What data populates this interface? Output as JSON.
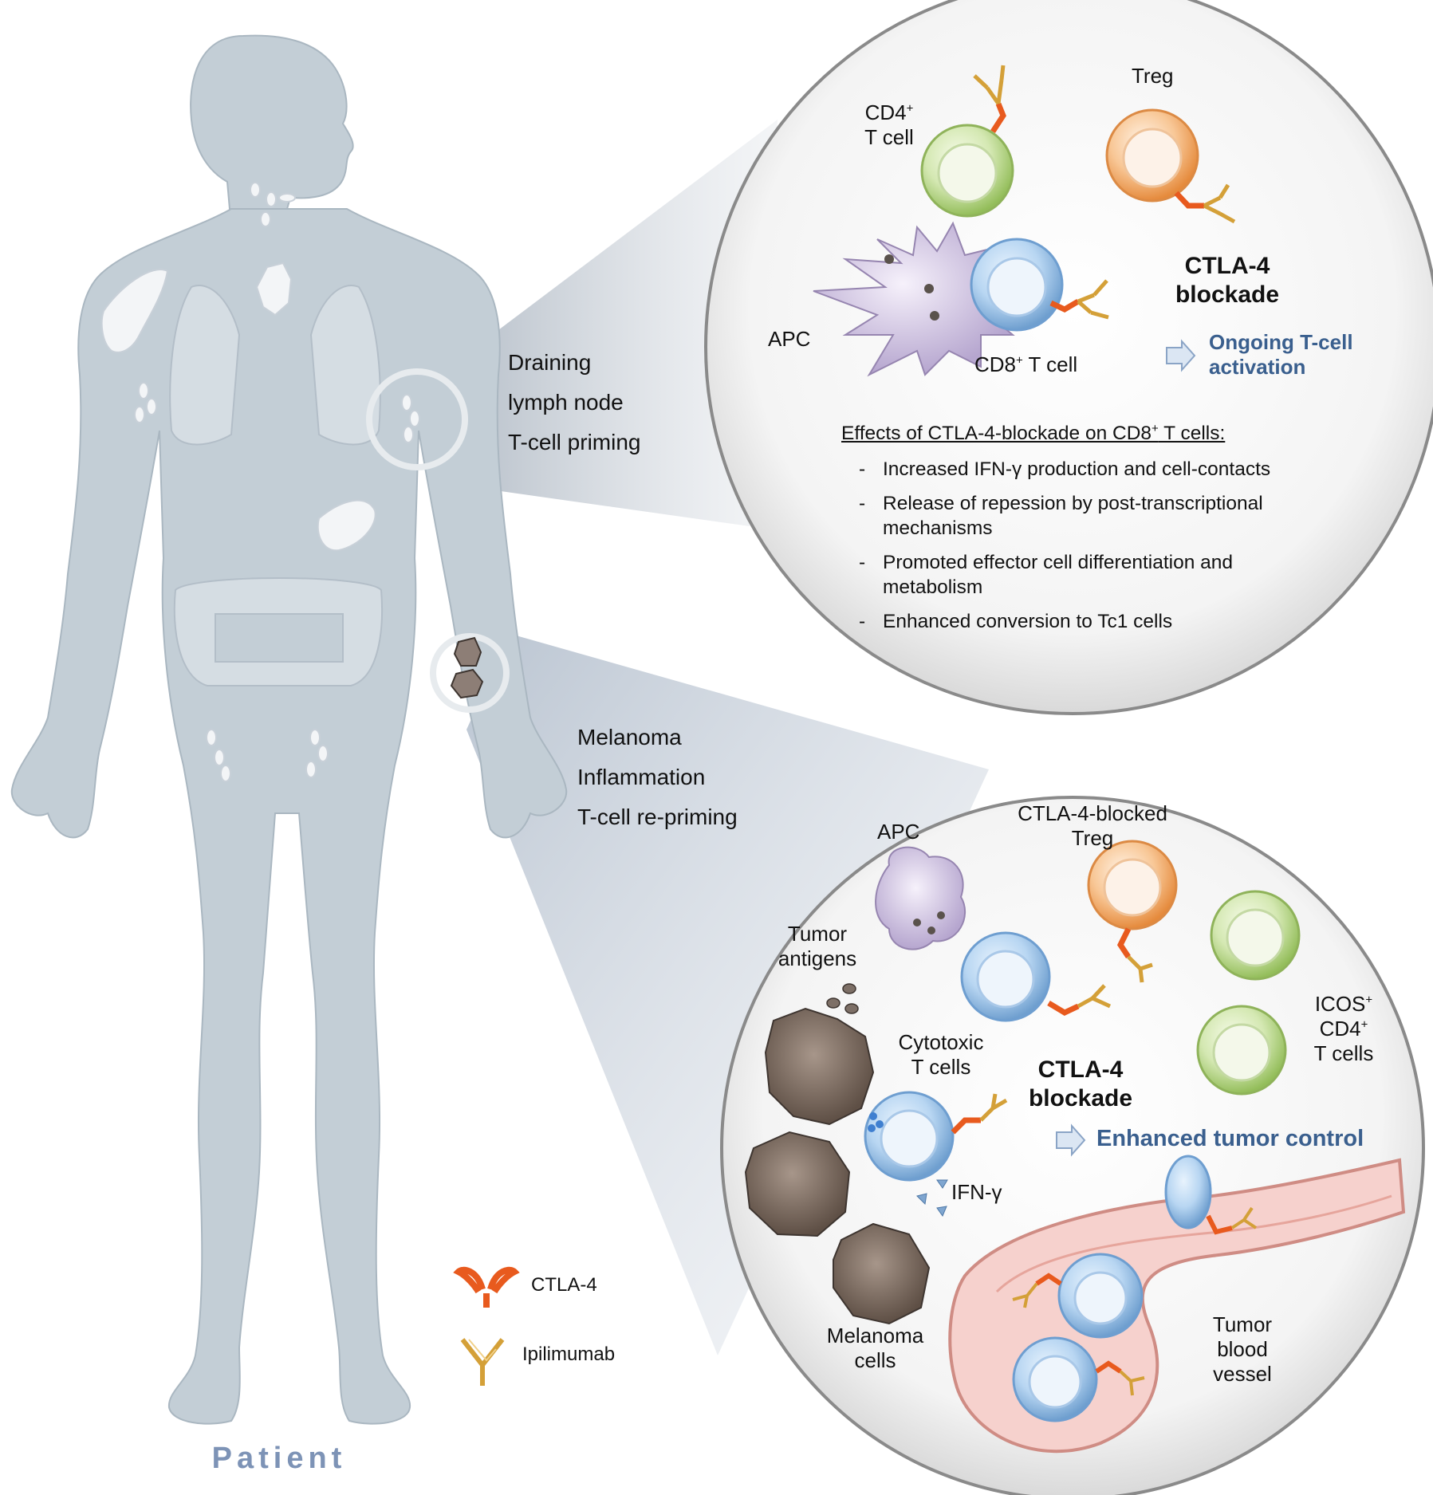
{
  "patient_label": "Patient",
  "body_sites": {
    "lymph_node_lines": [
      "Draining",
      "lymph  node",
      "T-cell priming"
    ],
    "melanoma_lines": [
      "Melanoma",
      "Inflammation",
      "T-cell re-priming"
    ]
  },
  "upper_panel": {
    "cd4_lines": [
      "CD4",
      "T cell"
    ],
    "treg_label": "Treg",
    "apc_label": "APC",
    "cd8_label": "CD8",
    "cd8_suffix": " T cell",
    "blockade_lines": [
      "CTLA-4",
      "blockade"
    ],
    "outcome_lines": [
      "Ongoing T-cell",
      "activation"
    ],
    "effects_title": "Effects of CTLA-4-blockade on CD8",
    "effects_title_suffix": " T cells:",
    "effects": [
      "Increased IFN-γ production and cell-contacts",
      "Release of repession by post-transcriptional mechanisms",
      "Promoted effector cell differentiation and metabolism",
      "Enhanced conversion to Tc1 cells"
    ]
  },
  "lower_panel": {
    "apc_label": "APC",
    "blocked_treg_lines": [
      "CTLA-4-blocked",
      "Treg"
    ],
    "tumor_antigens_lines": [
      "Tumor",
      "antigens"
    ],
    "cytotoxic_lines": [
      "Cytotoxic",
      "T cells"
    ],
    "blockade_lines": [
      "CTLA-4",
      "blockade"
    ],
    "icos_lines": [
      "ICOS",
      "CD4",
      "T cells"
    ],
    "outcome": "Enhanced tumor control",
    "ifn_label": "IFN-γ",
    "melanoma_cells_lines": [
      "Melanoma",
      "cells"
    ],
    "vessel_lines": [
      "Tumor",
      "blood",
      "vessel"
    ]
  },
  "legend": {
    "ctla4": "CTLA-4",
    "ipilimumab": "Ipilimumab"
  },
  "superscript": "+",
  "colors": {
    "body": "#c3ced6",
    "cd8_cell": "#9cc2e6",
    "cd4_cell": "#b7d68a",
    "treg_cell": "#f0a766",
    "apc": "#d3c7e3",
    "ctla4": "#e85a1e",
    "ipilimumab": "#d4a038",
    "outcome_text": "#3a5f8e"
  }
}
